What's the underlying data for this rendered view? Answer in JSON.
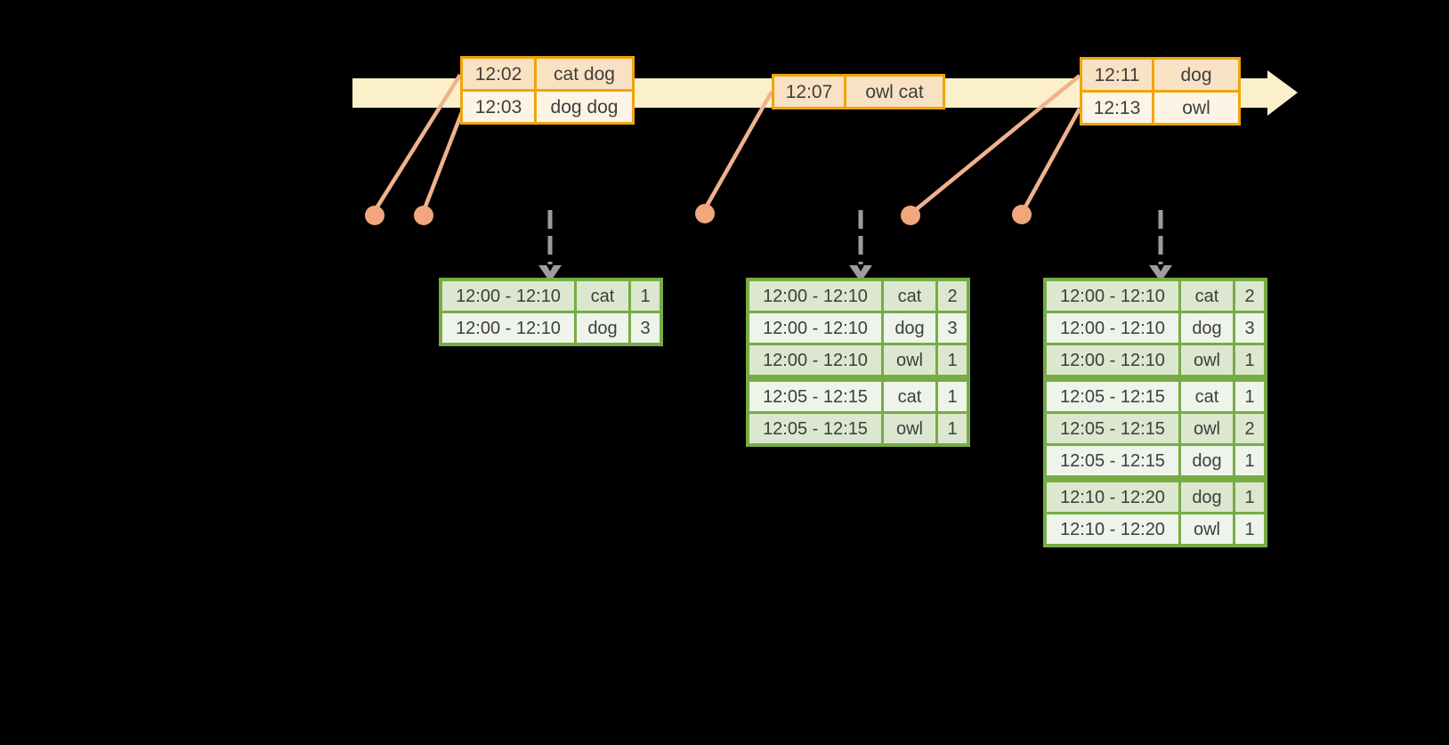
{
  "colors": {
    "background": "#000000",
    "timeline_fill": "#FCF0CB",
    "event_table_border": "#F0A50A",
    "event_row_dark": "#F9E2C3",
    "event_row_light": "#FDF4E6",
    "connector_line": "#F0B28D",
    "event_dot": "#F1A77C",
    "trigger_arrow": "#9C9C9C",
    "result_table_border": "#77AC45",
    "result_row_dark": "#DBE7CE",
    "result_row_light": "#EFF4EA",
    "text": "#3E3E3E"
  },
  "event_tables": [
    {
      "rows": [
        {
          "time": "12:02",
          "words": "cat dog"
        },
        {
          "time": "12:03",
          "words": "dog dog"
        }
      ]
    },
    {
      "rows": [
        {
          "time": "12:07",
          "words": "owl cat"
        }
      ]
    },
    {
      "rows": [
        {
          "time": "12:11",
          "words": "dog"
        },
        {
          "time": "12:13",
          "words": "owl"
        }
      ]
    }
  ],
  "result_tables": [
    {
      "rows": [
        {
          "window": "12:00 - 12:10",
          "word": "cat",
          "count": "1"
        },
        {
          "window": "12:00 - 12:10",
          "word": "dog",
          "count": "3"
        }
      ]
    },
    {
      "rows": [
        {
          "window": "12:00 - 12:10",
          "word": "cat",
          "count": "2"
        },
        {
          "window": "12:00 - 12:10",
          "word": "dog",
          "count": "3"
        },
        {
          "window": "12:00 - 12:10",
          "word": "owl",
          "count": "1"
        },
        {
          "window": "12:05 - 12:15",
          "word": "cat",
          "count": "1"
        },
        {
          "window": "12:05 - 12:15",
          "word": "owl",
          "count": "1"
        }
      ]
    },
    {
      "rows": [
        {
          "window": "12:00 - 12:10",
          "word": "cat",
          "count": "2"
        },
        {
          "window": "12:00 - 12:10",
          "word": "dog",
          "count": "3"
        },
        {
          "window": "12:00 - 12:10",
          "word": "owl",
          "count": "1"
        },
        {
          "window": "12:05 - 12:15",
          "word": "cat",
          "count": "1"
        },
        {
          "window": "12:05 - 12:15",
          "word": "owl",
          "count": "2"
        },
        {
          "window": "12:05 - 12:15",
          "word": "dog",
          "count": "1"
        },
        {
          "window": "12:10 - 12:20",
          "word": "dog",
          "count": "1"
        },
        {
          "window": "12:10 - 12:20",
          "word": "owl",
          "count": "1"
        }
      ]
    }
  ]
}
